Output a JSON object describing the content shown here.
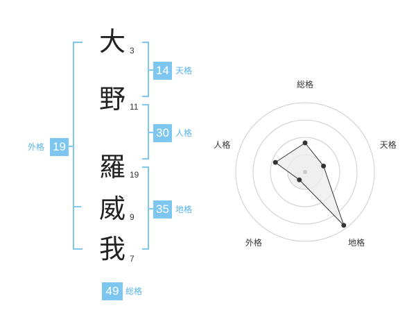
{
  "characters": [
    {
      "char": "大",
      "strokes": "3"
    },
    {
      "char": "野",
      "strokes": "11"
    },
    {
      "char": "羅",
      "strokes": "19"
    },
    {
      "char": "威",
      "strokes": "9"
    },
    {
      "char": "我",
      "strokes": "7"
    }
  ],
  "fortunes": {
    "tenkaku": {
      "value": "14",
      "label": "天格"
    },
    "jinkaku": {
      "value": "30",
      "label": "人格"
    },
    "chikaku": {
      "value": "35",
      "label": "地格"
    },
    "gaikaku": {
      "value": "19",
      "label": "外格"
    },
    "soukaku": {
      "value": "49",
      "label": "総格"
    }
  },
  "chart_data": {
    "type": "radar",
    "axes": [
      "総格",
      "天格",
      "地格",
      "外格",
      "人格"
    ],
    "rings": 4,
    "values": [
      0.42,
      0.28,
      0.95,
      0.14,
      0.45
    ],
    "colors": {
      "fill": "#eeeeee",
      "stroke": "#333333",
      "ring": "#cccccc",
      "center": "#cccccc"
    }
  },
  "colors": {
    "accent": "#7dc6f0",
    "label": "#5ab3e6"
  }
}
